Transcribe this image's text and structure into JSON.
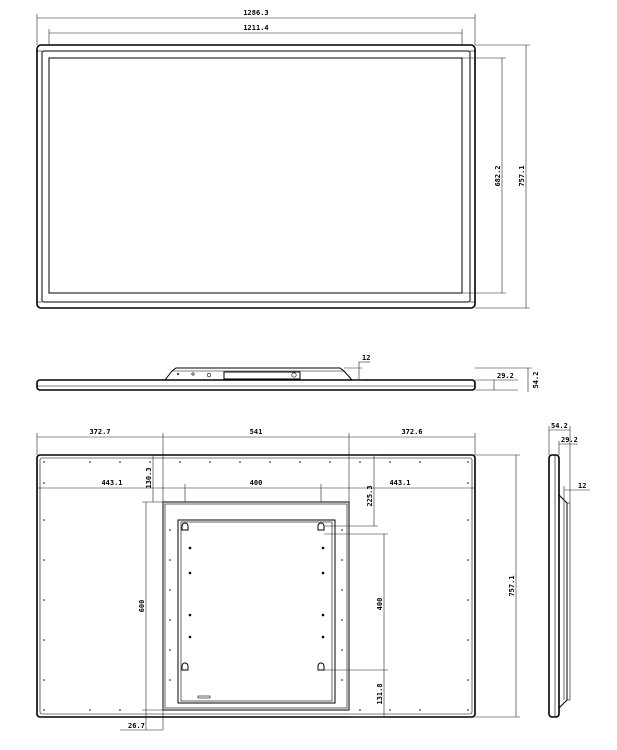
{
  "front_view": {
    "overall_width": "1286.3",
    "inner_width": "1211.4",
    "inner_height": "682.2",
    "overall_height": "757.1"
  },
  "top_view": {
    "bracket_offset": "12",
    "bezel_depth": "29.2",
    "total_depth": "54.2"
  },
  "rear_view": {
    "left_margin": "372.7",
    "bracket_width": "541",
    "right_margin": "372.6",
    "left_hole_offset": "443.1",
    "vesa_horizontal": "400",
    "right_hole_offset": "443.1",
    "top_offset": "130.3",
    "hole_top_offset": "225.3",
    "bracket_height": "600",
    "vesa_vertical": "400",
    "hole_bottom_offset": "131.8",
    "bracket_bottom_offset": "26.7",
    "overall_height": "757.1"
  },
  "side_view": {
    "total_depth": "54.2",
    "bezel_depth": "29.2",
    "bracket_offset": "12"
  }
}
